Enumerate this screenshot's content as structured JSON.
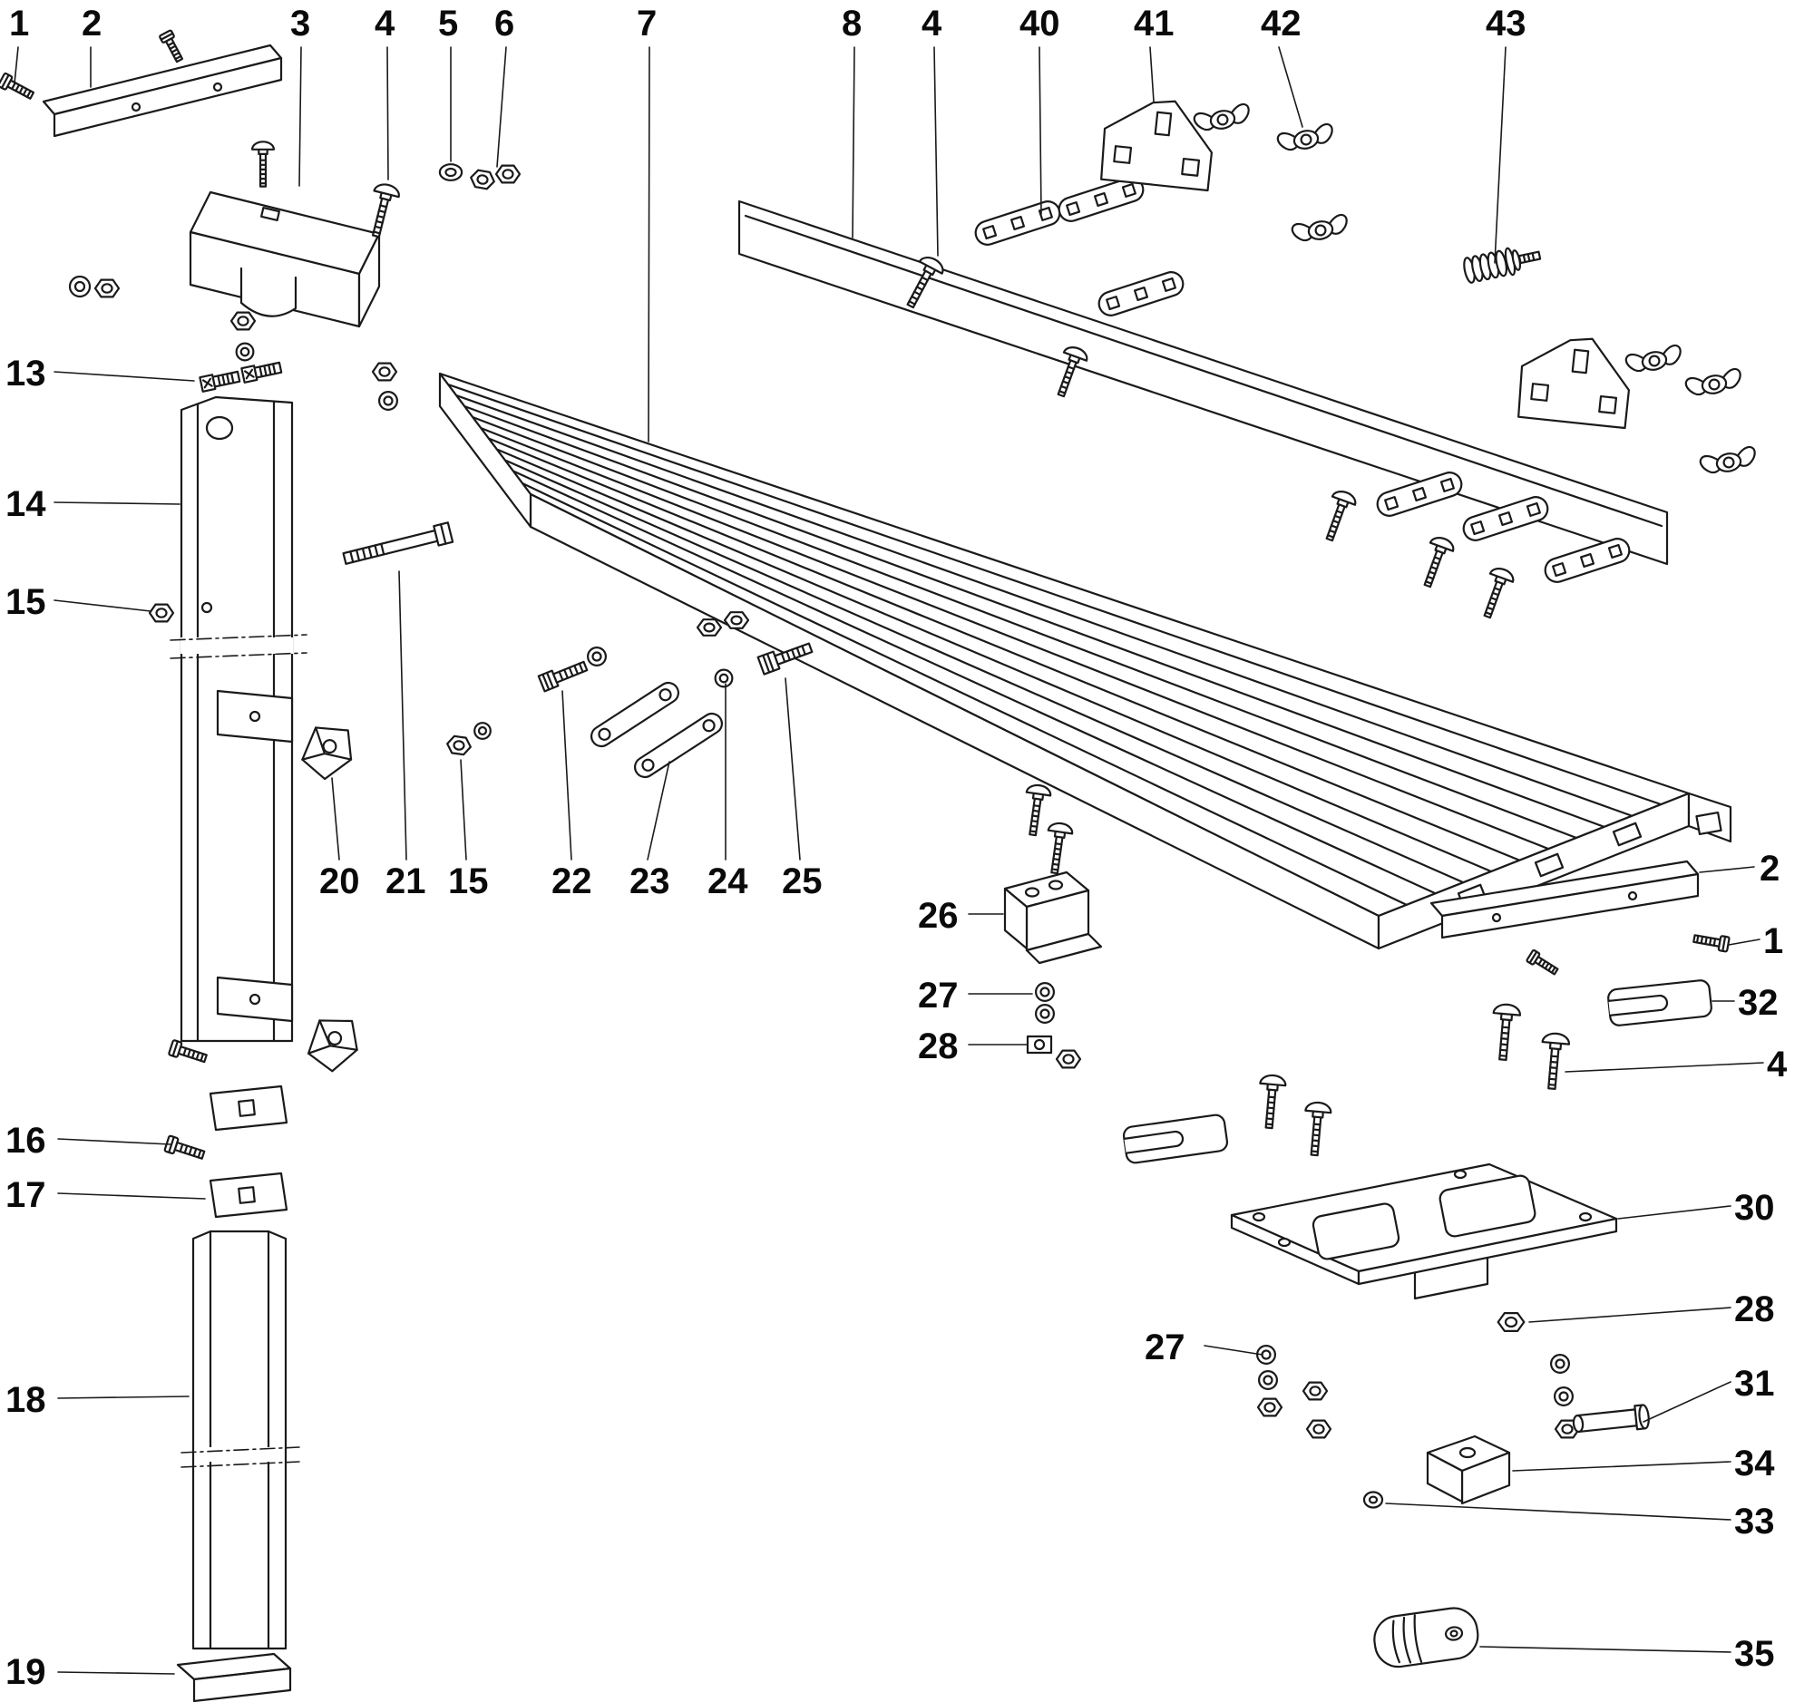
{
  "palette": {
    "background": "#ffffff",
    "line": "#1a1a1a",
    "text": "#0a0a0a"
  },
  "diagram": {
    "kind": "exploded-parts-diagram",
    "callouts": [
      {
        "label": "1"
      },
      {
        "label": "2"
      },
      {
        "label": "3"
      },
      {
        "label": "4"
      },
      {
        "label": "5"
      },
      {
        "label": "6"
      },
      {
        "label": "7"
      },
      {
        "label": "8"
      },
      {
        "label": "4"
      },
      {
        "label": "40"
      },
      {
        "label": "41"
      },
      {
        "label": "42"
      },
      {
        "label": "43"
      },
      {
        "label": "13"
      },
      {
        "label": "14"
      },
      {
        "label": "15"
      },
      {
        "label": "16"
      },
      {
        "label": "17"
      },
      {
        "label": "18"
      },
      {
        "label": "19"
      },
      {
        "label": "20"
      },
      {
        "label": "21"
      },
      {
        "label": "15"
      },
      {
        "label": "22"
      },
      {
        "label": "23"
      },
      {
        "label": "24"
      },
      {
        "label": "25"
      },
      {
        "label": "26"
      },
      {
        "label": "27"
      },
      {
        "label": "28"
      },
      {
        "label": "2"
      },
      {
        "label": "1"
      },
      {
        "label": "32"
      },
      {
        "label": "4"
      },
      {
        "label": "30"
      },
      {
        "label": "28"
      },
      {
        "label": "31"
      },
      {
        "label": "34"
      },
      {
        "label": "33"
      },
      {
        "label": "35"
      },
      {
        "label": "27"
      }
    ]
  }
}
